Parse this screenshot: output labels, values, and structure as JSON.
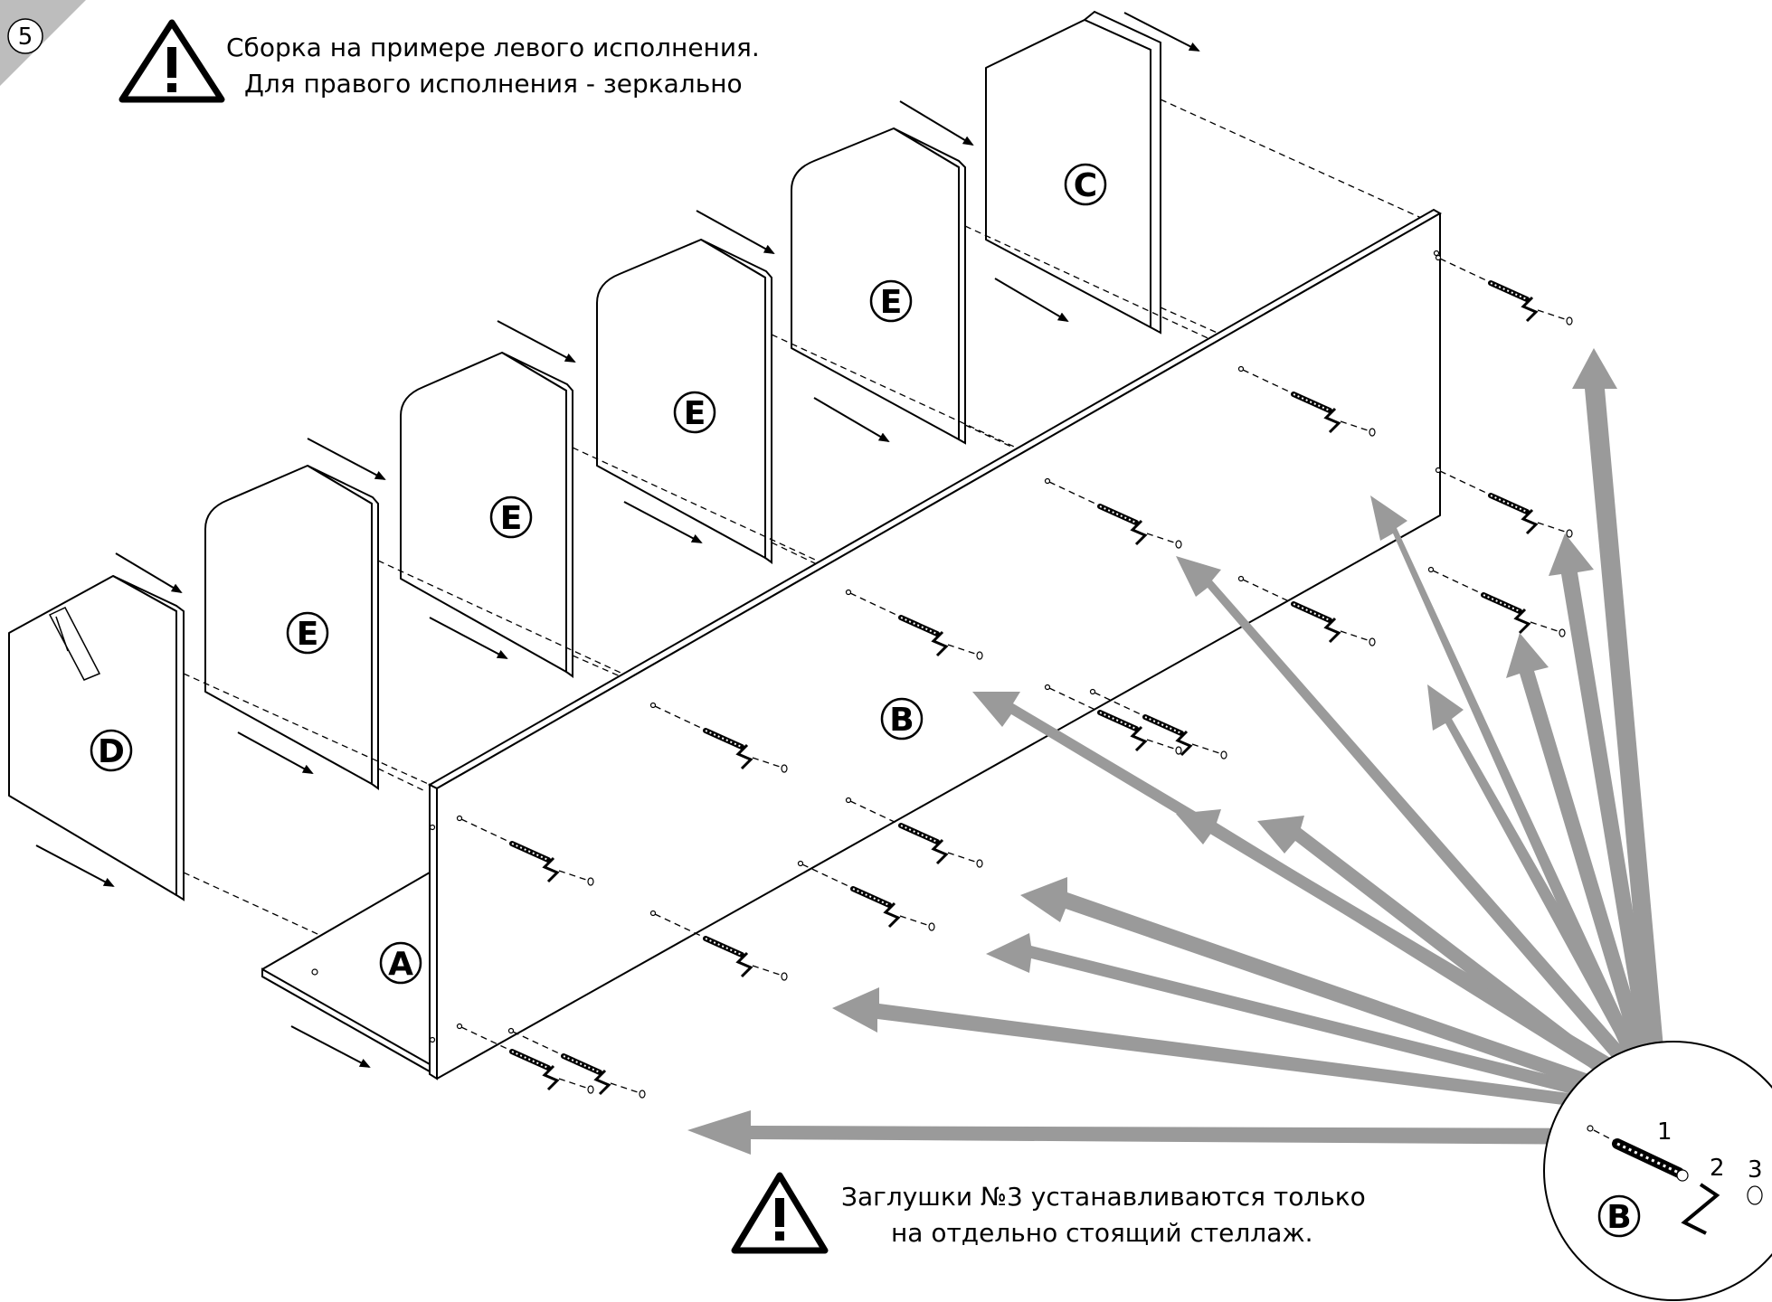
{
  "step": {
    "number": "5"
  },
  "warnings": {
    "top": {
      "line1": "Сборка на примере левого исполнения.",
      "line2": "Для правого исполнения - зеркально"
    },
    "bottom": {
      "line1": "Заглушки №3 устанавливаются только",
      "line2": "на отдельно стоящий стеллаж."
    }
  },
  "panels": {
    "a": "A",
    "b": "B",
    "c": "C",
    "d": "D",
    "e": "E"
  },
  "detail": {
    "label": "B",
    "parts": [
      "1",
      "2",
      "3"
    ]
  }
}
